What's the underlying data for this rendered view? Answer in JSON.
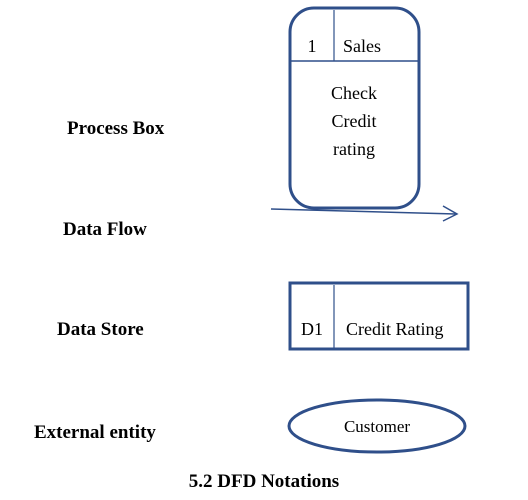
{
  "labels": {
    "process_box": "Process Box",
    "data_flow": "Data Flow",
    "data_store": "Data Store",
    "external_entity": "External entity"
  },
  "process": {
    "id": "1",
    "dept": "Sales",
    "line1": "Check",
    "line2": "Credit",
    "line3": "rating"
  },
  "store": {
    "id": "D1",
    "name": "Credit Rating"
  },
  "entity": {
    "name": "Customer"
  },
  "caption": "5.2 DFD Notations",
  "colors": {
    "shape_stroke": "#2f4f8a",
    "text": "#000000"
  }
}
